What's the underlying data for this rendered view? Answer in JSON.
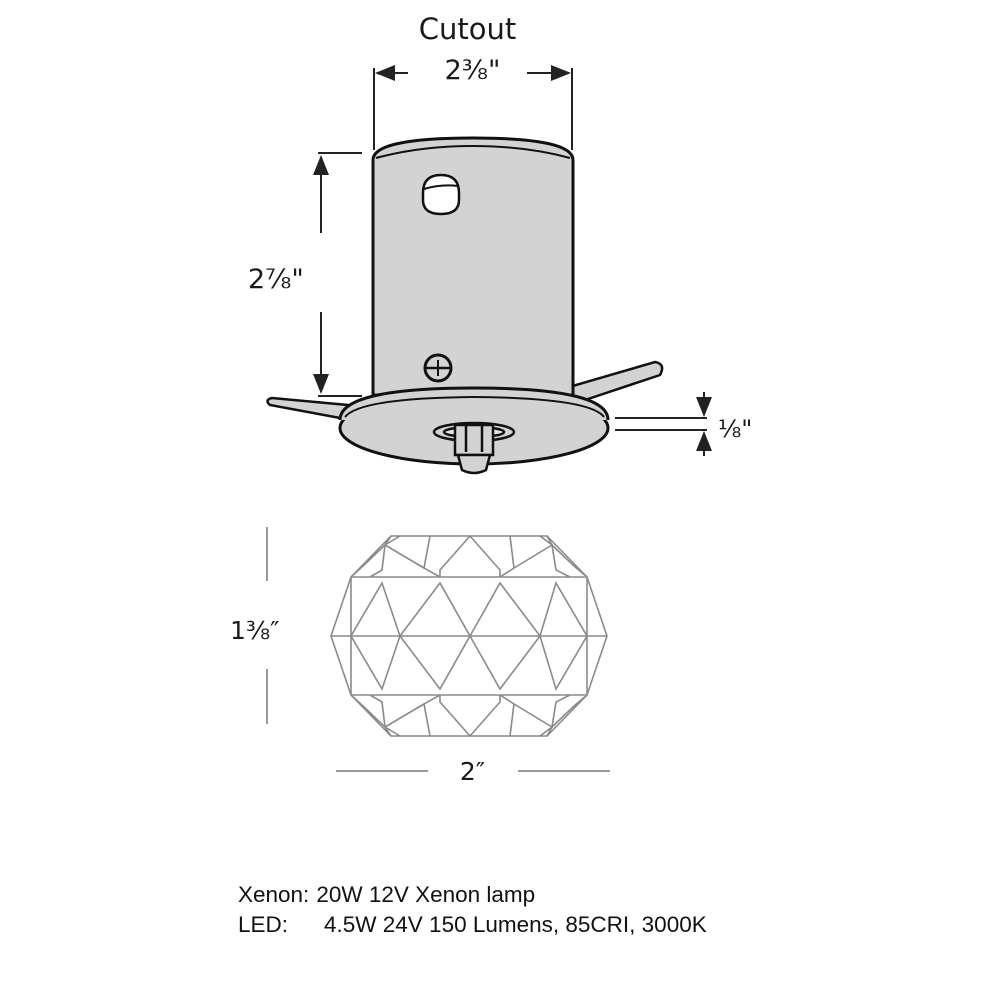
{
  "diagram": {
    "title": "Cutout",
    "dimensions": {
      "cutout_diameter": "2⅜\"",
      "housing_height": "2⅞\"",
      "flange_thickness": "⅛\"",
      "lens_height": "1⅜″",
      "lens_width": "2″"
    },
    "components": {
      "housing": "cylindrical-housing",
      "flange": "trim-flange",
      "spring_clips": "mounting-spring-clips",
      "lamp_socket": "lamp-socket",
      "lens": "faceted-crystal-lens"
    },
    "colors": {
      "housing_fill": "#d3d3d3",
      "outline": "#111111",
      "lens_stroke": "#8a8a8a",
      "dimension_line": "#222222",
      "lens_dim_line": "#9a9a9a"
    }
  },
  "specs": [
    {
      "label": "Xenon:",
      "value": "20W 12V Xenon lamp"
    },
    {
      "label": "LED:",
      "value": "4.5W 24V 150 Lumens, 85CRI, 3000K"
    }
  ]
}
